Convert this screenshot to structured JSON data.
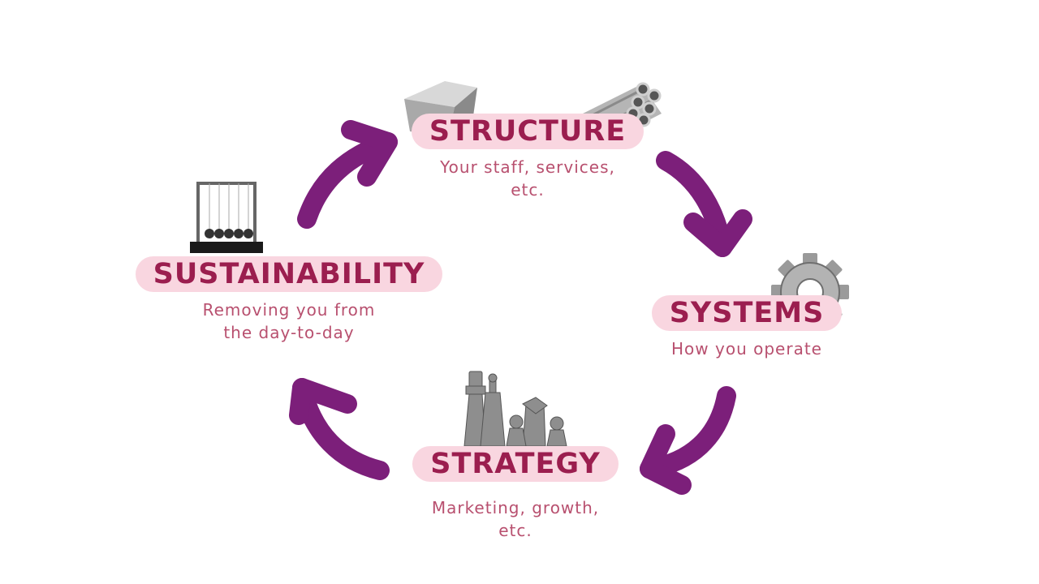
{
  "diagram": {
    "nodes": [
      {
        "id": "structure",
        "title": "STRUCTURE",
        "desc_lines": [
          "Your staff, services,",
          "etc."
        ],
        "icon": "concrete-block-and-pipes-icon"
      },
      {
        "id": "systems",
        "title": "SYSTEMS",
        "desc_lines": [
          "How you operate"
        ],
        "icon": "gear-icon"
      },
      {
        "id": "strategy",
        "title": "STRATEGY",
        "desc_lines": [
          "Marketing, growth,",
          "etc."
        ],
        "icon": "chess-pieces-icon"
      },
      {
        "id": "sustainability",
        "title": "SUSTAINABILITY",
        "desc_lines": [
          "Removing you from",
          "the day-to-day"
        ],
        "icon": "newtons-cradle-icon"
      }
    ],
    "colors": {
      "pill_background": "#f9d6e0",
      "title_text": "#9b1e4f",
      "description_text": "#b8506f",
      "arrow": "#7c1f7a"
    }
  }
}
